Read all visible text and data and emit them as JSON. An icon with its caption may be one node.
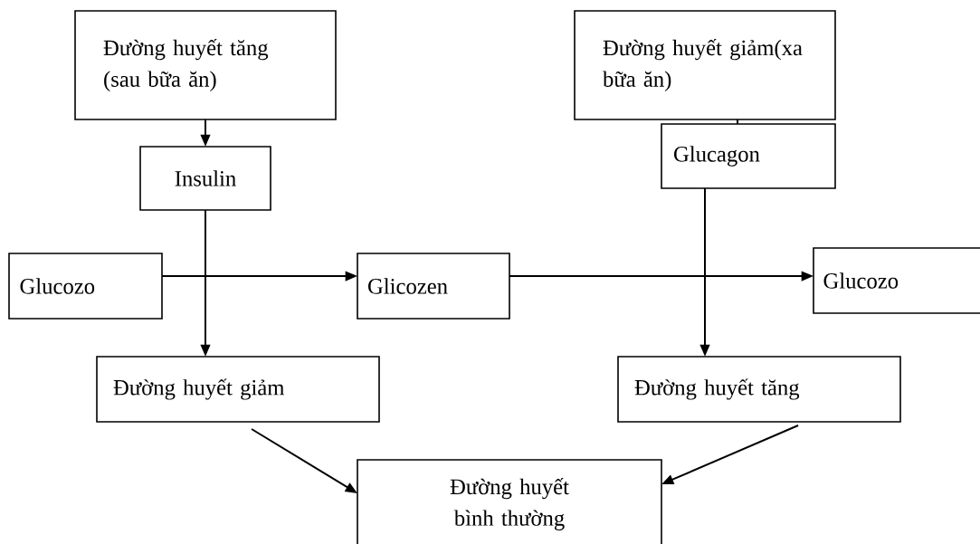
{
  "diagram": {
    "nodes": [
      {
        "text": [
          "Đường huyết tăng (sau bữa ăn)"
        ]
      },
      {
        "text": [
          "Insulin"
        ]
      },
      {
        "text": [
          "Đường huyết giảm(xa bữa ăn)"
        ]
      },
      {
        "text": [
          "Glucagon"
        ]
      },
      {
        "text": [
          "Glucozo"
        ]
      },
      {
        "text": [
          "Glicozen"
        ]
      },
      {
        "text": [
          "Glucozo"
        ]
      },
      {
        "text": [
          "Đường huyết giảm"
        ]
      },
      {
        "text": [
          "Đường huyết tăng"
        ]
      },
      {
        "text": [
          "Đường huyết bình thường"
        ]
      }
    ],
    "edges": [
      {
        "from": 0,
        "to": 1,
        "arrow": "to"
      },
      {
        "from": 2,
        "to": 3,
        "arrow": "none"
      },
      {
        "from": 1,
        "to": 7,
        "arrow": "to"
      },
      {
        "from": 4,
        "to": 5,
        "arrow": "to"
      },
      {
        "from": 5,
        "to": 6,
        "arrow": "to"
      },
      {
        "from": 3,
        "to": 8,
        "arrow": "to"
      },
      {
        "from": 7,
        "to": 9,
        "arrow": "to"
      },
      {
        "from": 8,
        "to": 9,
        "arrow": "to"
      }
    ]
  }
}
